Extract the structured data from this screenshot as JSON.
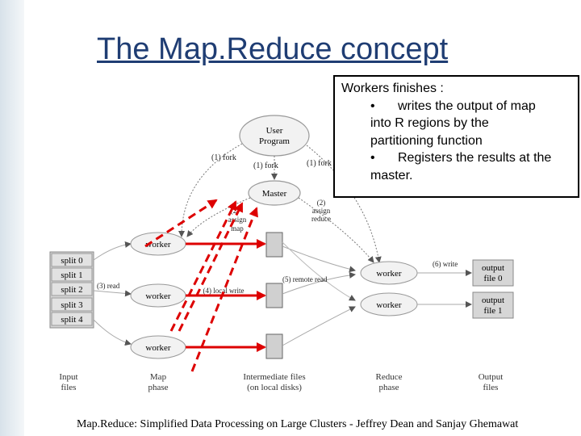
{
  "title": "The Map.Reduce concept",
  "callout": {
    "heading": "Workers finishes :",
    "bullet1": "writes the output of map",
    "bullet1_cont1": "into R regions by the",
    "bullet1_cont2": "partitioning function",
    "bullet2": "Registers  the results at the",
    "bullet2_cont": "master.",
    "bullet_glyph": "•"
  },
  "diagram": {
    "user_program": [
      "User",
      "Program"
    ],
    "master": "Master",
    "worker": "worker",
    "splits": [
      "split 0",
      "split 1",
      "split 2",
      "split 3",
      "split 4"
    ],
    "outputs": [
      [
        "output",
        "file 0"
      ],
      [
        "output",
        "file 1"
      ]
    ],
    "edges": {
      "fork_left": "(1) fork",
      "fork_mid": "(1) fork",
      "fork_right": "(1) fork",
      "assign_map": [
        "(2)",
        "assign",
        "map"
      ],
      "assign_reduce": [
        "(2)",
        "assign",
        "reduce"
      ],
      "read": "(3) read",
      "local_write": "(4) local write",
      "remote_read": "(5) remote read",
      "write": "(6) write"
    },
    "phases": {
      "input": [
        "Input",
        "files"
      ],
      "map": [
        "Map",
        "phase"
      ],
      "intermediate": [
        "Intermediate files",
        "(on local disks)"
      ],
      "reduce": [
        "Reduce",
        "phase"
      ],
      "output": [
        "Output",
        "files"
      ]
    }
  },
  "citation": "Map.Reduce: Simplified Data Processing on Large Clusters - Jeffrey Dean and Sanjay Ghemawat",
  "colors": {
    "title": "#1f3d73",
    "highlight": "#dd0000",
    "node_fill": "#f2f2f2"
  }
}
